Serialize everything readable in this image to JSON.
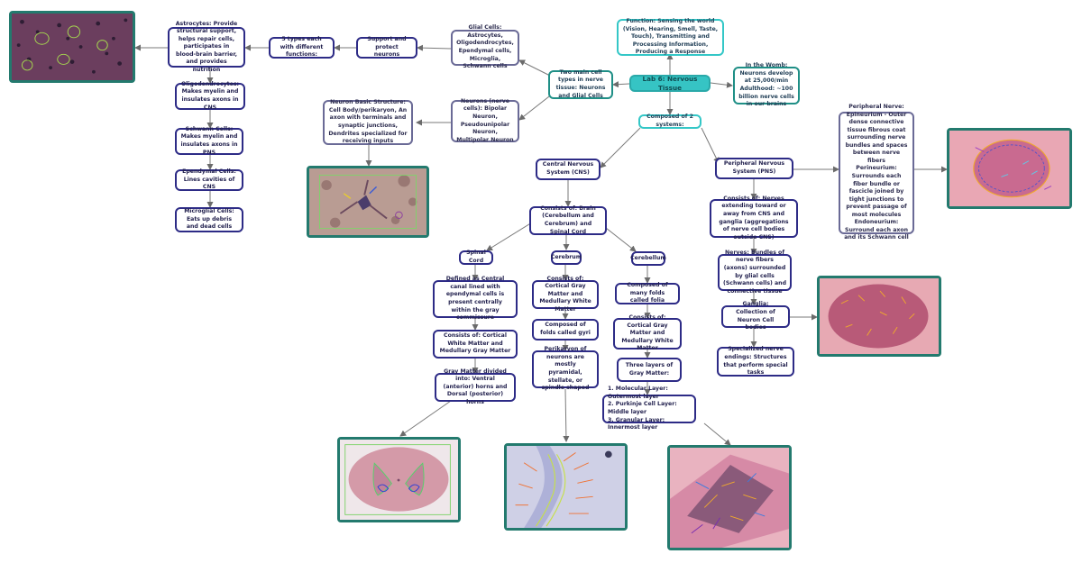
{
  "nodes": {
    "center": "Lab 6: Nervous Tissue",
    "function": "Function: Sensing the world (Vision, Hearing, Smell, Taste, Touch), Transmitting and Processing Information, Producing a Response",
    "womb": "In the Womb: Neurons develop at 25,000/min\nAdulthood: ~100 billion nerve cells in our brains",
    "two_cell_types": "Two main cell types in nerve tissue: Neurons and Glial Cells",
    "glial": "Glial Cells: Astrocytes, Oligodendrocytes, Ependymal cells, Microglia, Schwann cells",
    "support": "Support and protect neurons",
    "five_types": "5 types each with different functions:",
    "astrocytes": "Astrocytes: Provide structural support, helps repair cells, participates in blood-brain barrier, and provides nutrition",
    "oligodendrocytes": "Oligodendrocytes: Makes myelin and insulates axons in CNS",
    "schwann": "Schwann Cells: Makes myelin and insulates axons in PNS",
    "ependymal": "Ependymal Cells: Lines cavities of CNS",
    "microglial": "Microglial Cells: Eats up debris and dead cells",
    "neurons": "Neurons (nerve cells): Bipolar Neuron, Pseudounipolar Neuron, Multipolar Neuron",
    "neuron_structure": "Neuron Basic Structure: Cell Body/perikaryon, An axon with terminals and synaptic junctions, Dendrites specialized for receiving inputs",
    "two_systems": "Composed of 2 systems:",
    "cns": "Central Nervous System (CNS)",
    "pns": "Peripheral Nervous System (PNS)",
    "brain_cord": "Consists of: Brain (Cerebellum and Cerebrum) and Spinal Cord",
    "spinal_cord": "Spinal Cord",
    "cerebrum": "Cerebrum",
    "cerebellum": "Cerebellum",
    "central_canal": "Defined as Central canal lined with ependymal cells is present centrally within the gray commissure",
    "cortical_white": "Consists of: Cortical White Matter and Medullary Gray Matter",
    "gray_horns": "Gray Matter divided into: Ventral (anterior) horns and Dorsal (posterior) horns",
    "cerebrum_gray": "Consists of: Cortical Gray Matter and Medullary White Matter",
    "gyri": "Composed of folds called gyri",
    "perikaryon": "Perikaryon of neurons are mostly pyramidal, stellate, or spindle shaped",
    "folia": "Composed of many folds called folia",
    "cerebellum_gray": "Consists of: Cortical Gray Matter and Medullary White Matter",
    "three_layers": "Three layers of Gray Matter:",
    "layers_list": "1. Molecular Layer: Outermost layer\n2. Purkinje Cell Layer: Middle layer\n3. Granular Layer: Innermost layer",
    "pns_consists": "Consists of: Nerves extending toward or away from CNS and ganglia (aggregations of nerve cell bodies outside CNS)",
    "nerves": "Nerves: Bundles of nerve fibers (axons) surrounded by glial cells (Schwann cells) and connective tissue",
    "ganglia": "Ganglia: Collection of Neuron Cell bodies",
    "nerve_endings": "Specialized nerve endings: Structures that perform special tasks",
    "peripheral_nerve": "Peripheral Nerve:\nEpineurium - Outer dense connective tissue fibrous coat surrounding nerve bundles and spaces between nerve fibers\nPerineurium: Surrounds each fiber bundle or fascicle joined by tight junctions to prevent passage of most molecules\nEndoneurium: Surround each axon and its Schwann cell"
  },
  "colors": {
    "navy_border": "#2d2b86",
    "teal_border": "#1f8f86",
    "center_fill": "#36c4c4",
    "connector": "#6b6b6b",
    "photo_frame": "#237a6e"
  },
  "icons": {
    "connector_arrow": "arrowhead"
  }
}
